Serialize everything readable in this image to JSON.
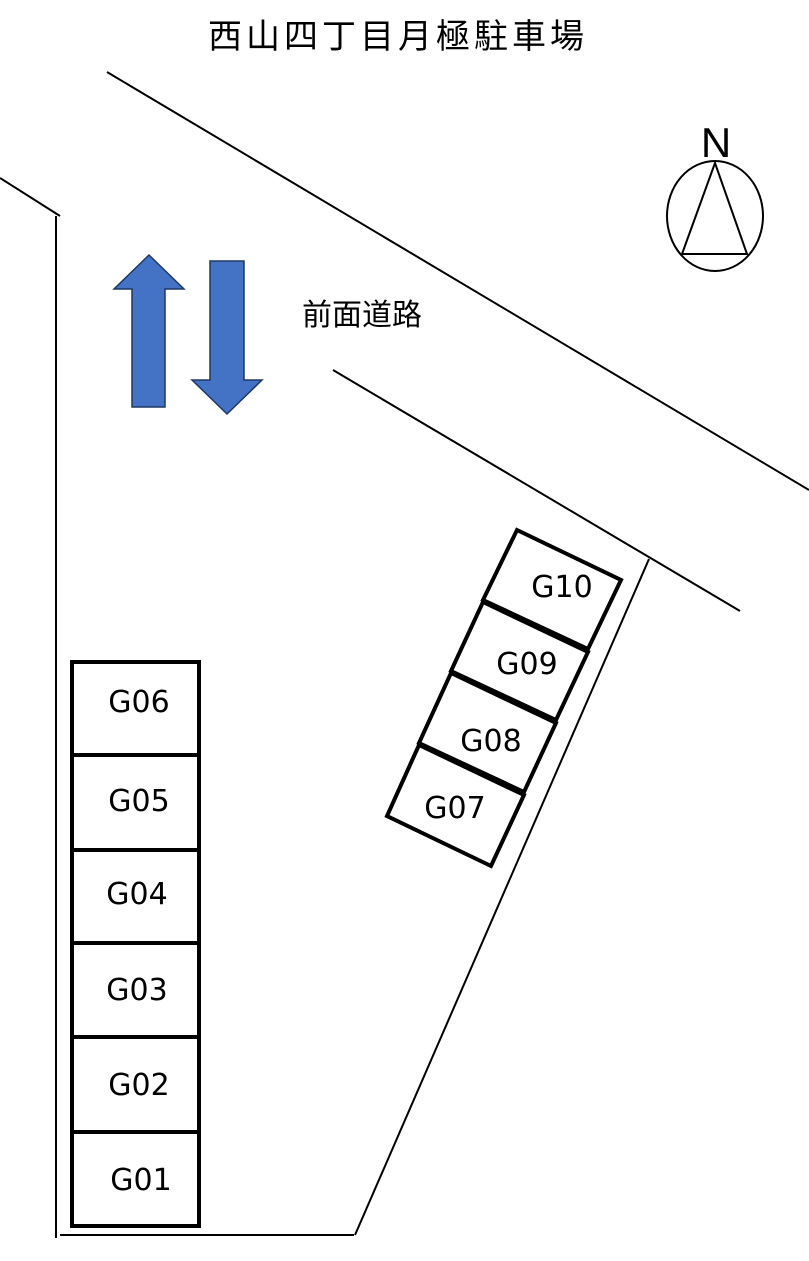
{
  "title": "西山四丁目月極駐車場",
  "road": {
    "label": "前面道路"
  },
  "compass": {
    "label": "N"
  },
  "colors": {
    "arrow_fill": "#4472C4",
    "arrow_stroke": "#1F3864",
    "line": "#000000"
  },
  "spaces_left": [
    {
      "id": "G06"
    },
    {
      "id": "G05"
    },
    {
      "id": "G04"
    },
    {
      "id": "G03"
    },
    {
      "id": "G02"
    },
    {
      "id": "G01"
    }
  ],
  "spaces_right": [
    {
      "id": "G10"
    },
    {
      "id": "G09"
    },
    {
      "id": "G08"
    },
    {
      "id": "G07"
    }
  ]
}
